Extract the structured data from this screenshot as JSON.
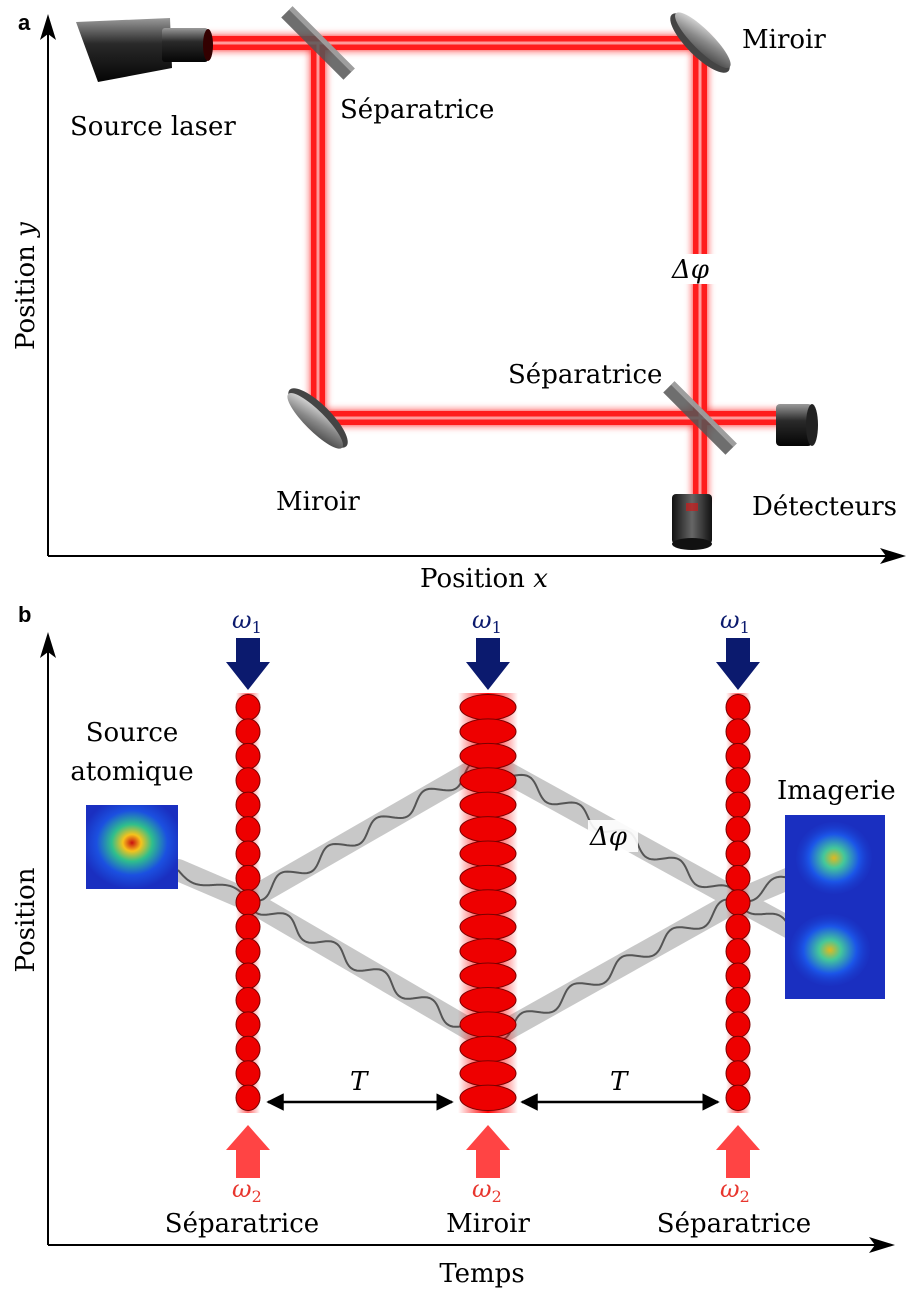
{
  "panel_a": {
    "label": "a",
    "laser_source": "Source laser",
    "splitter_top": "Séparatrice",
    "mirror_top": "Miroir",
    "phase": "Δφ",
    "splitter_bottom": "Séparatrice",
    "mirror_bottom": "Miroir",
    "detectors": "Détecteurs",
    "axis_x": "Position",
    "axis_x_var": "x",
    "axis_y": "Position",
    "axis_y_var": "y"
  },
  "panel_b": {
    "label": "b",
    "omega1": "ω",
    "omega1_sub": "1",
    "omega2": "ω",
    "omega2_sub": "2",
    "source_line1": "Source",
    "source_line2": "atomique",
    "imaging": "Imagerie",
    "phase": "Δφ",
    "interval": "T",
    "pulse_left": "Séparatrice",
    "pulse_middle": "Miroir",
    "pulse_right": "Séparatrice",
    "axis_x": "Temps",
    "axis_y": "Position"
  },
  "colors": {
    "laser_red": "#ff0000",
    "arrow_blue": "#0b1a6e",
    "arrow_red": "#ff4444",
    "omega2_text": "#e8362e"
  }
}
